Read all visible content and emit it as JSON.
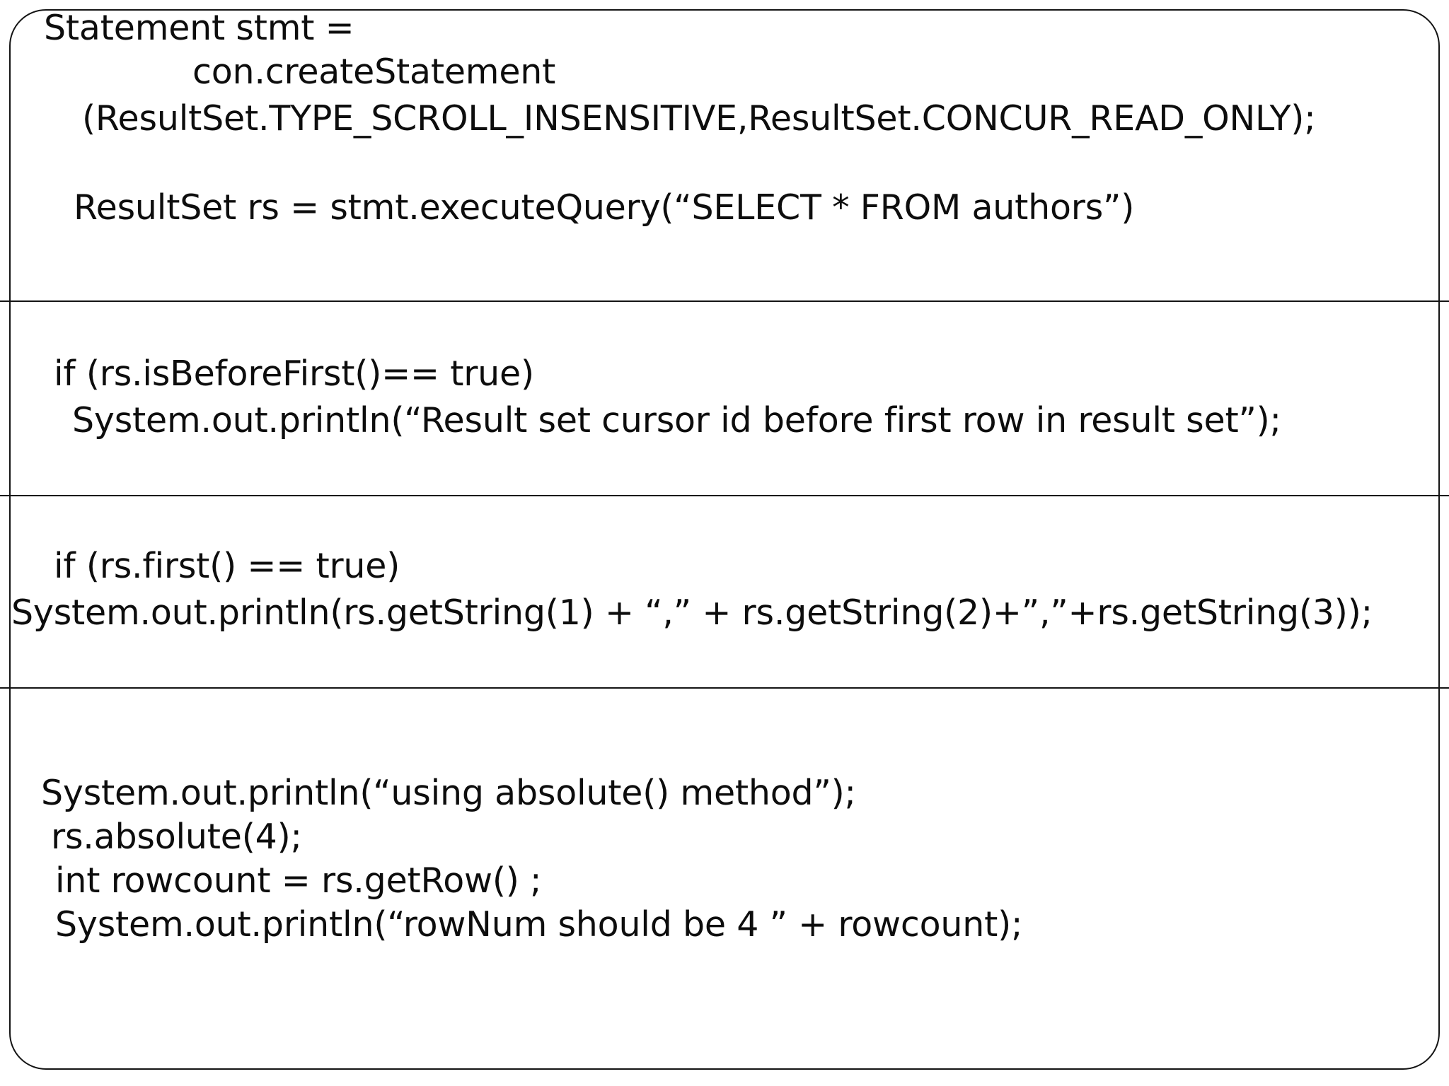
{
  "slide": {
    "kind": "code-listing-table",
    "background_color": "#ffffff",
    "text_color": "#0d0d0d",
    "border_color": "#141414"
  },
  "rows": [
    {
      "id": "row-1",
      "lines": [
        "Statement stmt =",
        "con.createStatement",
        "(ResultSet.TYPE_SCROLL_INSENSITIVE,ResultSet.CONCUR_READ_ONLY);",
        "ResultSet rs = stmt.executeQuery(“SELECT * FROM authors”)"
      ]
    },
    {
      "id": "row-2",
      "lines": [
        "if (rs.isBeforeFirst()== true)",
        "System.out.println(“Result set cursor id before first row in result set”);"
      ]
    },
    {
      "id": "row-3",
      "lines": [
        "if (rs.first() == true)",
        "System.out.println(rs.getString(1) + “,” + rs.getString(2)+”,”+rs.getString(3));"
      ]
    },
    {
      "id": "row-4",
      "lines": [
        "System.out.println(“using absolute() method”);",
        "rs.absolute(4);",
        "int rowcount = rs.getRow() ;",
        "System.out.println(“rowNum should be 4 ” + rowcount);"
      ]
    }
  ]
}
